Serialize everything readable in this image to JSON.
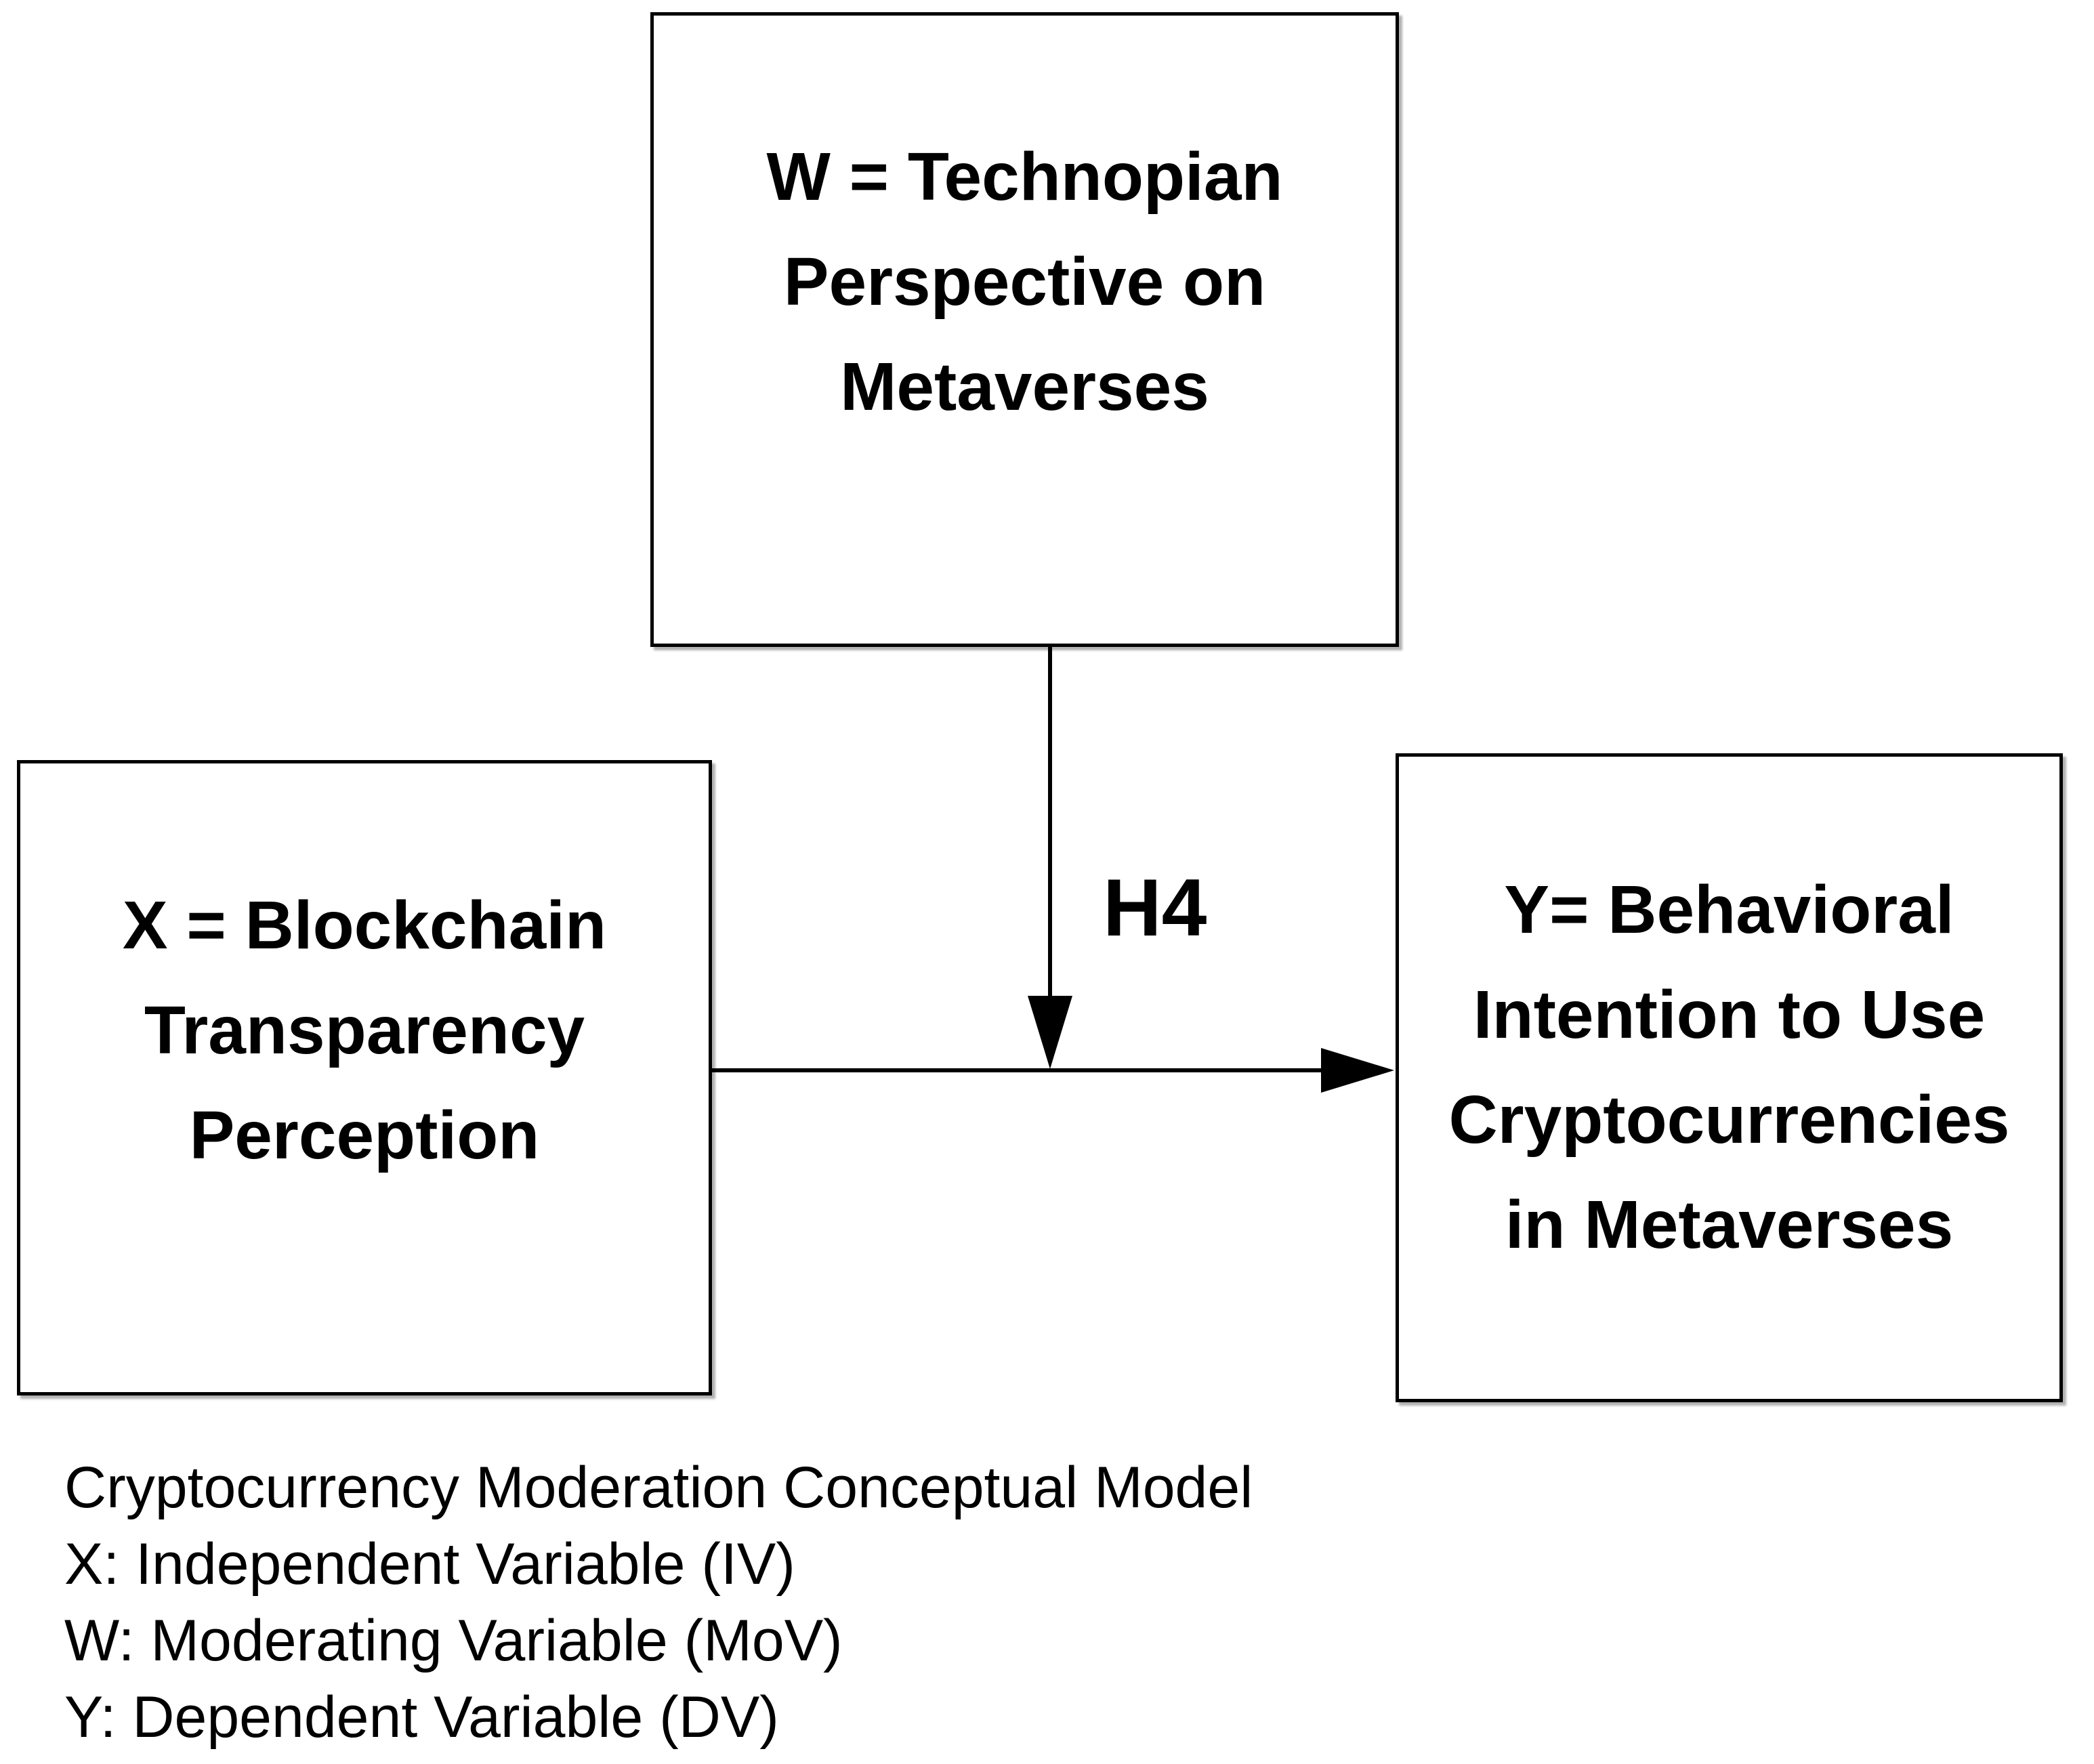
{
  "colors": {
    "background": "#ffffff",
    "ink": "#000000"
  },
  "boxes": {
    "w": {
      "lines": [
        "W = Technopian",
        "Perspective on",
        "Metaverses"
      ]
    },
    "x": {
      "lines": [
        "X = Blockchain",
        "Transparency",
        "Perception"
      ]
    },
    "y": {
      "lines": [
        "Y= Behavioral",
        "Intention to Use",
        "Cryptocurrencies",
        "in Metaverses"
      ]
    }
  },
  "arrows": {
    "h4_label": "H4"
  },
  "caption": {
    "lines": [
      "Cryptocurrency Moderation Conceptual Model",
      "X: Independent Variable (IV)",
      "W: Moderating Variable (MoV)",
      "Y: Dependent Variable (DV)"
    ]
  }
}
